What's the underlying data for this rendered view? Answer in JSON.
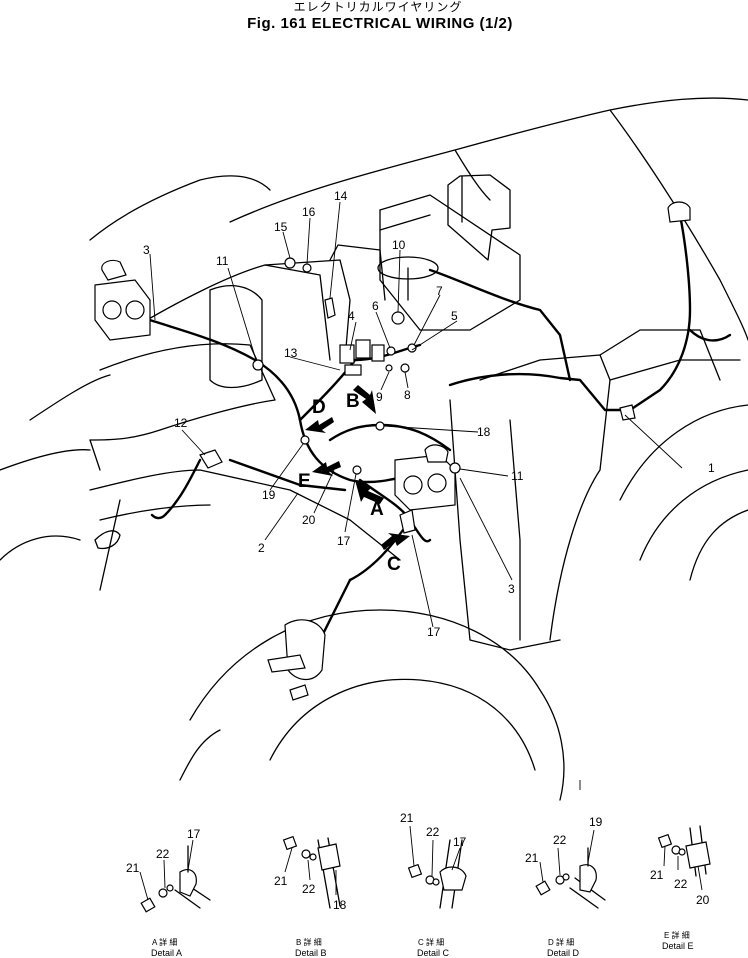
{
  "title": {
    "japanese": "エレクトリカルワイヤリング",
    "english": "Fig. 161  ELECTRICAL  WIRING  (1/2)"
  },
  "callouts": [
    "1",
    "2",
    "3",
    "3",
    "4",
    "5",
    "6",
    "7",
    "8",
    "9",
    "10",
    "11",
    "11",
    "12",
    "13",
    "14",
    "15",
    "16",
    "17",
    "17",
    "18",
    "19",
    "20"
  ],
  "arrow_letters": [
    "A",
    "B",
    "C",
    "D",
    "E"
  ],
  "details": [
    {
      "jp": "A  詳  細",
      "en": "Detail  A",
      "parts": [
        "17",
        "22",
        "21"
      ]
    },
    {
      "jp": "B  詳  細",
      "en": "Detail  B",
      "parts": [
        "21",
        "22",
        "18"
      ]
    },
    {
      "jp": "C  詳  細",
      "en": "Detail  C",
      "parts": [
        "21",
        "22",
        "17"
      ]
    },
    {
      "jp": "D  詳  細",
      "en": "Detail  D",
      "parts": [
        "19",
        "22",
        "21"
      ]
    },
    {
      "jp": "E  詳  細",
      "en": "Detail  E",
      "parts": [
        "21",
        "22",
        "20"
      ]
    }
  ]
}
